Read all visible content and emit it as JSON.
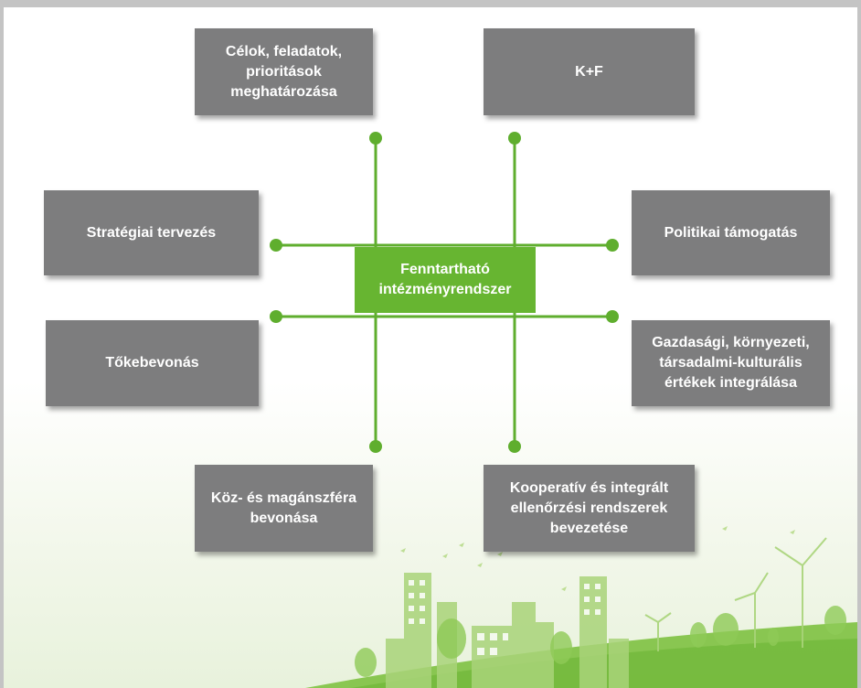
{
  "diagram": {
    "center_label": "Fenntartható\nintézményrendszer",
    "boxes": {
      "top_left": "Célok, feladatok,\nprioritások\nmeghatározása",
      "top_right": "K+F",
      "upper_left": "Stratégiai tervezés",
      "upper_right": "Politikai támogatás",
      "lower_left": "Tőkebevonás",
      "lower_right": "Gazdasági, környezeti,\ntársadalmi-kulturális\nértékek integrálása",
      "bottom_left": "Köz- és magánszféra\nbevonása",
      "bottom_right": "Kooperatív és integrált\nellenőrzési rendszerek\nbevezetése"
    },
    "colors": {
      "connector_green": "#5fae2e",
      "center_green": "#67b531",
      "box_gray": "#7d7d7e",
      "frame_gray": "#c4c4c4"
    }
  }
}
